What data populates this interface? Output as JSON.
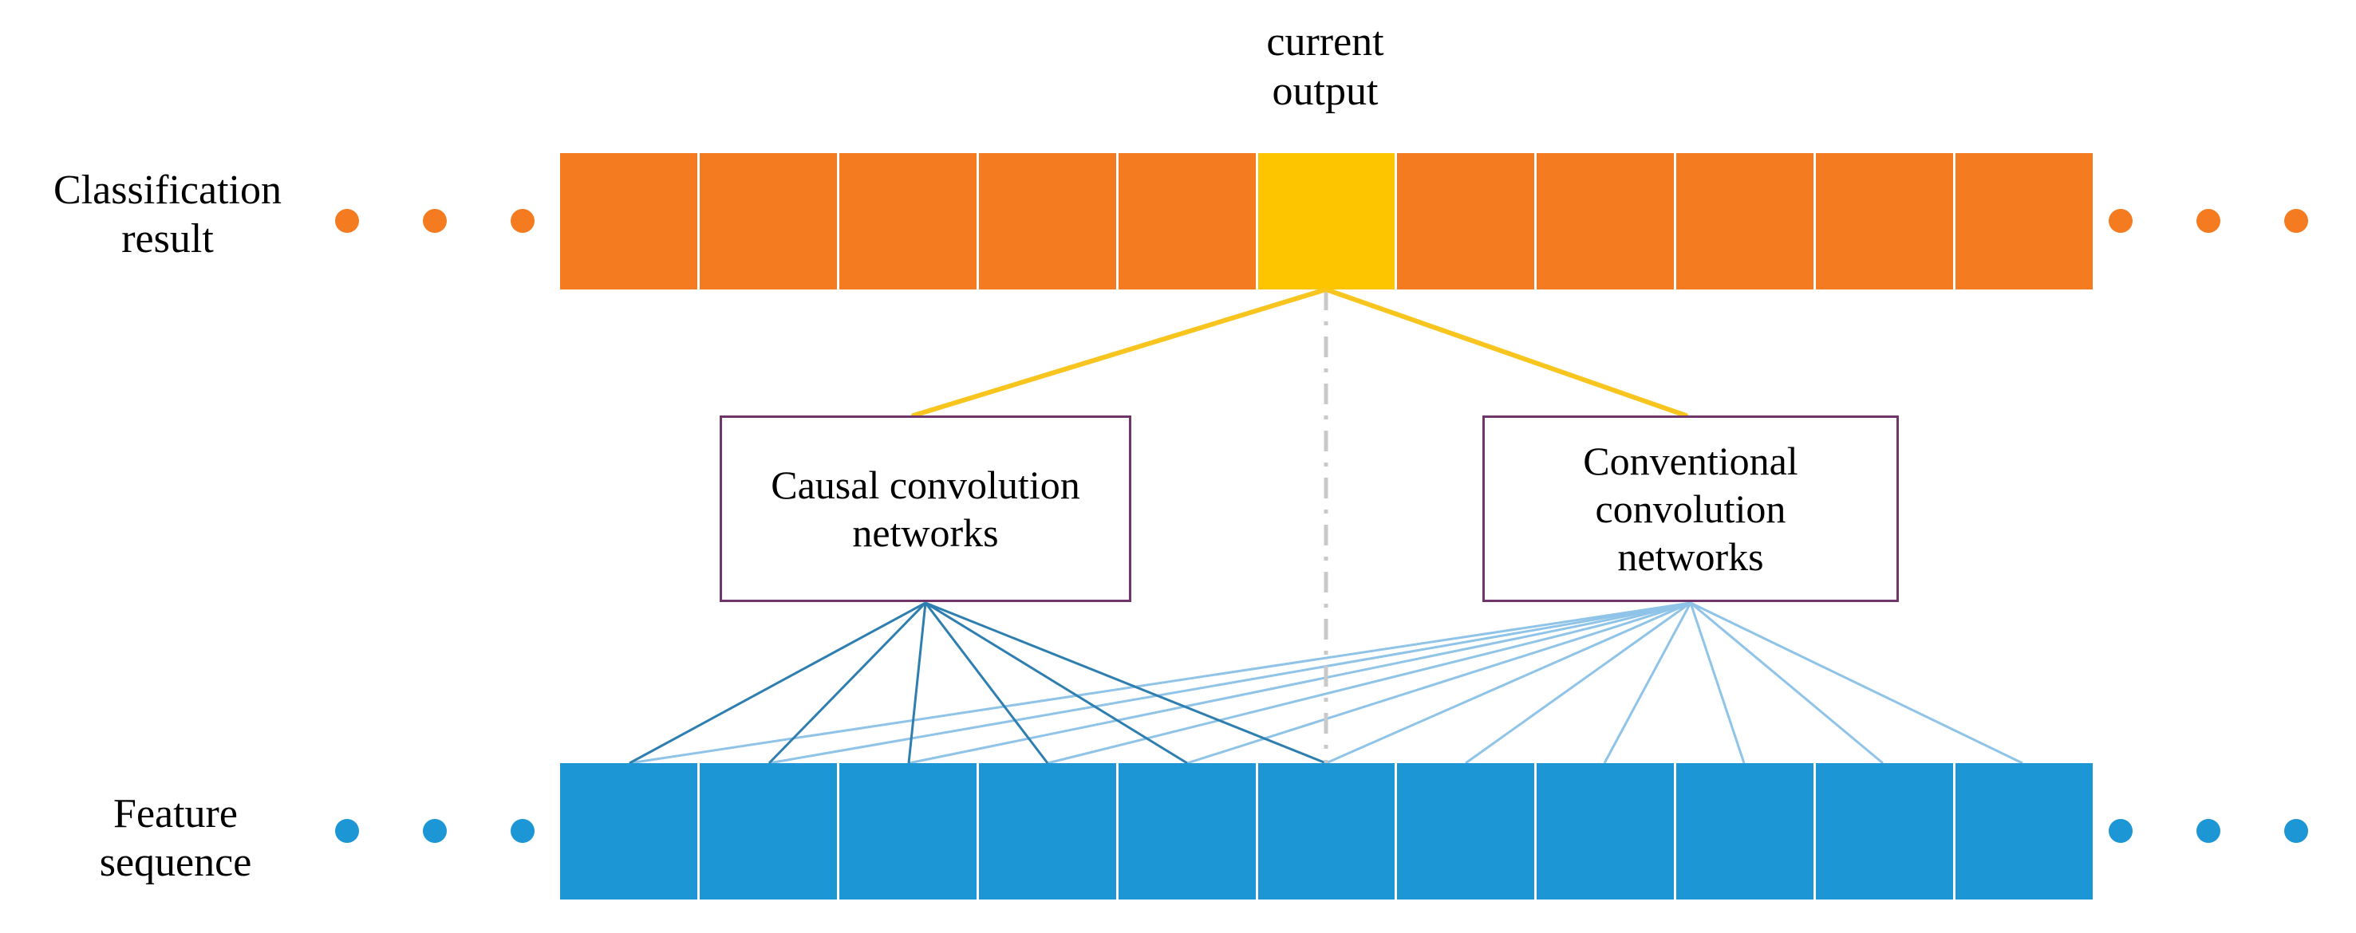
{
  "figure": {
    "title": "Causal convolution vs conventional convolution receptive field diagram",
    "colors": {
      "orange": "#F47B20",
      "yellow": "#FDC400",
      "blue": "#1C96D4",
      "box_border_purple": "#70356B",
      "causal_wire": "#2E7EB0",
      "conventional_wire": "#8FC4E8",
      "output_wire_yellow": "#F7C51E",
      "center_guide_gray": "#C9C9C9",
      "background": "#FFFFFF"
    }
  },
  "labels": {
    "classification_result": "Classification\nresult",
    "feature_sequence": "Feature\nsequence",
    "current_output": "current\noutput"
  },
  "boxes": {
    "causal": "Causal convolution\nnetworks",
    "conventional": "Conventional\nconvolution\nnetworks"
  },
  "classification_row": {
    "cell_count": 11,
    "highlighted_index": 5,
    "cells": [
      {
        "fill": "orange"
      },
      {
        "fill": "orange"
      },
      {
        "fill": "orange"
      },
      {
        "fill": "orange"
      },
      {
        "fill": "orange"
      },
      {
        "fill": "yellow"
      },
      {
        "fill": "orange"
      },
      {
        "fill": "orange"
      },
      {
        "fill": "orange"
      },
      {
        "fill": "orange"
      },
      {
        "fill": "orange"
      }
    ],
    "ellipsis_left": [
      "dot",
      "dot",
      "dot"
    ],
    "ellipsis_right": [
      "dot",
      "dot",
      "dot"
    ]
  },
  "feature_row": {
    "cell_count": 11,
    "cells": [
      {
        "fill": "blue"
      },
      {
        "fill": "blue"
      },
      {
        "fill": "blue"
      },
      {
        "fill": "blue"
      },
      {
        "fill": "blue"
      },
      {
        "fill": "blue"
      },
      {
        "fill": "blue"
      },
      {
        "fill": "blue"
      },
      {
        "fill": "blue"
      },
      {
        "fill": "blue"
      },
      {
        "fill": "blue"
      }
    ],
    "ellipsis_left": [
      "dot",
      "dot",
      "dot"
    ],
    "ellipsis_right": [
      "dot",
      "dot",
      "dot"
    ]
  },
  "connections": {
    "output_to_boxes": [
      {
        "from": "current-output-cell",
        "to": "causal-box-top-left"
      },
      {
        "from": "current-output-cell",
        "to": "conventional-box-top-right"
      }
    ],
    "causal_fan_target_cells": [
      0,
      1,
      2,
      3,
      4,
      5
    ],
    "conventional_fan_target_cells": [
      0,
      1,
      2,
      3,
      4,
      5,
      6,
      7,
      8,
      9,
      10
    ],
    "center_guide": "dash-dot vertical line from current output cell to feature sequence"
  }
}
